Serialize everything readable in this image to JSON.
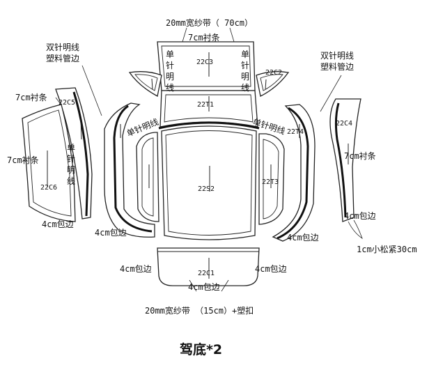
{
  "title": "驾底*2",
  "pieces": {
    "c3": "22C3",
    "c2": "22C2",
    "t1": "22T1",
    "c5": "22C5",
    "c6": "22C6",
    "t4": "22T4",
    "c4": "22C4",
    "s2": "22S2",
    "t3": "22T3",
    "c1": "22C1"
  },
  "annotations": {
    "top_tape": "20mm宽纱带（ 70cm）",
    "top_lining": "7cm衬条",
    "single_needle_left": [
      "单",
      "针",
      "明",
      "线"
    ],
    "single_needle_right": [
      "单",
      "针",
      "明",
      "线"
    ],
    "double_needle_left": [
      "双针明线",
      "塑料管边"
    ],
    "double_needle_right": [
      "双针明线",
      "塑料管边"
    ],
    "lining_c5": "7cm衬条",
    "lining_c6": "7cm衬条",
    "single_needle_c5": [
      "单",
      "针",
      "明",
      "线"
    ],
    "binding_left_a": "4cm包边",
    "binding_left_b": "4cm包边",
    "diag_left": "单针明线",
    "diag_right": "单针明线",
    "lining_c4": "7cm衬条",
    "binding_right_a": "4cm包边",
    "binding_right_b": "4cm包边",
    "elastic": "1cm小松紧30cm",
    "binding_c1_left": "4cm包边",
    "binding_c1_right": "4cm包边",
    "binding_c1_bottom": "4cm包边",
    "bottom_tape": "20mm宽纱带  （15cm）+塑扣"
  }
}
